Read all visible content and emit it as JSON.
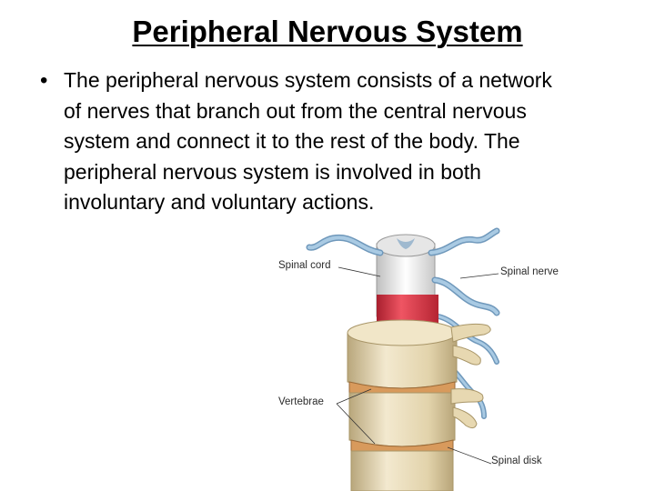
{
  "slide": {
    "title": "Peripheral Nervous System",
    "bullet": {
      "lines": [
        "The peripheral nervous system consists of a network",
        "of nerves that branch out from the central nervous",
        "system and connect it to the rest of the body. The",
        "peripheral nervous system is involved in both",
        "involuntary and voluntary actions."
      ]
    },
    "figure": {
      "labels": {
        "spinal_cord": "Spinal cord",
        "spinal_nerve": "Spinal nerve",
        "vertebrae": "Vertebrae",
        "spinal_disk": "Spinal disk"
      },
      "colors": {
        "bone": "#e9dcb9",
        "bone_shadow": "#c9b78b",
        "disk": "#d63a4a",
        "nerve": "#8fb7d6",
        "cord": "#e8e8e8"
      }
    }
  }
}
